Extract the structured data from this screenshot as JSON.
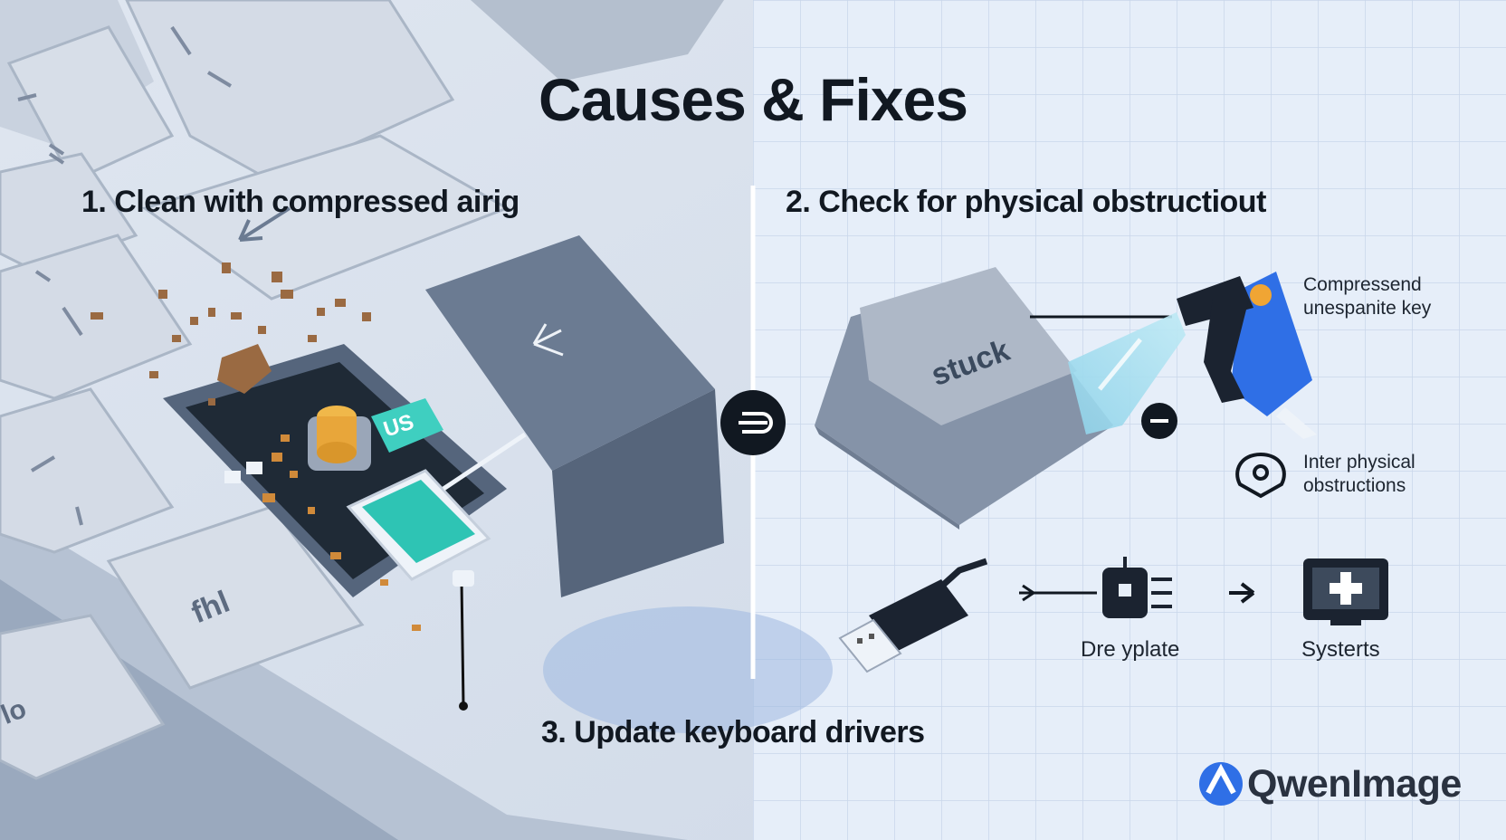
{
  "title": "Causes & Fixes",
  "steps": {
    "step1": "1. Clean with compressed airig",
    "step2": "2. Check for physical obstructiout",
    "step3": "3. Update keyboard drivers"
  },
  "key_labels": {
    "stuck": "stuck",
    "us": "US",
    "fn": "fhl",
    "io": "lo"
  },
  "callouts": {
    "spray_line1": "Compressend",
    "spray_line2": "unespanite key",
    "obstruction_line1": "Inter physical",
    "obstruction_line2": "obstructions"
  },
  "driver_flow": {
    "device_label": "Dre yplate",
    "system_label": "Systerts"
  },
  "brand": "QwenImage",
  "colors": {
    "background": "#e4ebf5",
    "key_light": "#c9d2df",
    "key_dark": "#5f6f86",
    "spray_blue": "#2f6fe6",
    "accent_teal": "#2ec4b4",
    "debris": "#9a6a42"
  }
}
